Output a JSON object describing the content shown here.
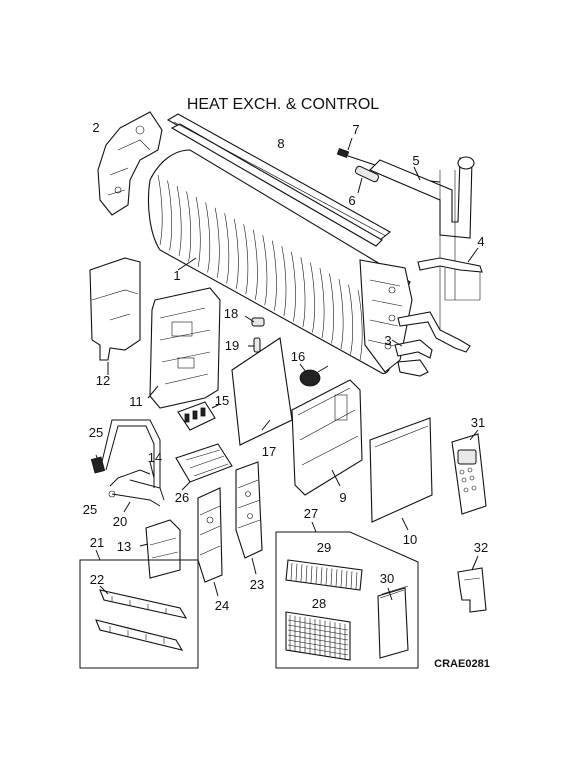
{
  "title": "HEAT EXCH. & CONTROL",
  "code": "CRAE0281",
  "labels": {
    "p1": "1",
    "p2": "2",
    "p3": "3",
    "p4": "4",
    "p5": "5",
    "p6": "6",
    "p7": "7",
    "p8": "8",
    "p9": "9",
    "p10": "10",
    "p11": "11",
    "p12": "12",
    "p13": "13",
    "p14": "14",
    "p15": "15",
    "p16": "16",
    "p17": "17",
    "p18": "18",
    "p19": "19",
    "p20": "20",
    "p21": "21",
    "p22": "22",
    "p23": "23",
    "p24": "24",
    "p25a": "25",
    "p25b": "25",
    "p26": "26",
    "p27": "27",
    "p28": "28",
    "p29": "29",
    "p30": "30",
    "p31": "31",
    "p32": "32"
  }
}
